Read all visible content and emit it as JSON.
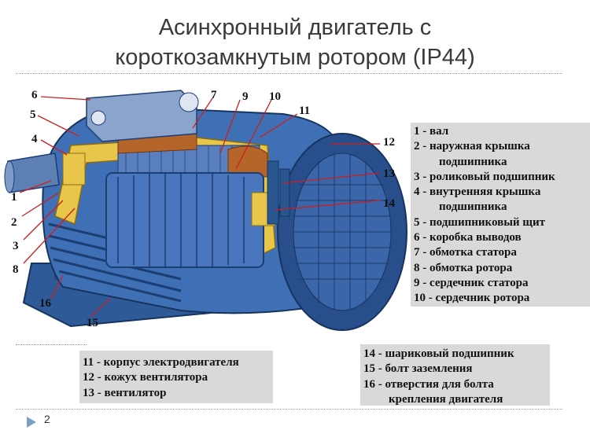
{
  "title": {
    "line1": "Асинхронный двигатель с",
    "line2": "короткозамкнутым ротором (IP44)"
  },
  "diagram": {
    "callouts": [
      "1",
      "2",
      "3",
      "4",
      "5",
      "6",
      "7",
      "8",
      "9",
      "10",
      "11",
      "12",
      "13",
      "14",
      "15",
      "16"
    ],
    "colors": {
      "motor_body": "#3f6fb5",
      "motor_dark": "#1d3e73",
      "housing_section": "#e8c64a",
      "winding": "#b5652a",
      "background_panel": "#d9d9d9",
      "leader_line": "#cc1f1f"
    }
  },
  "legend_main": [
    {
      "text": "1 - вал"
    },
    {
      "text": "2 - наружная  крышка"
    },
    {
      "text": "подшипника",
      "cont": true
    },
    {
      "text": "3 - роликовый  подшипник"
    },
    {
      "text": "4 - внутренняя  крышка"
    },
    {
      "text": "подшипника",
      "cont": true
    },
    {
      "text": "5 - подшипниковый  щит"
    },
    {
      "text": "6 - коробка   выводов"
    },
    {
      "text": "7 - обмотка   статора"
    },
    {
      "text": "8 - обмотка  ротора"
    },
    {
      "text": "9 - сердечник  статора"
    },
    {
      "text": "10 - сердечник   ротора"
    }
  ],
  "legend_bottom_left": [
    {
      "text": "11 - корпус  электродвигателя"
    },
    {
      "text": "12 - кожух  вентилятора"
    },
    {
      "text": "13 - вентилятор"
    }
  ],
  "legend_bottom_right": [
    {
      "text": "14 - шариковый  подшипник"
    },
    {
      "text": "15 - болт   заземления"
    },
    {
      "text": "16 - отверстия  для  болта"
    },
    {
      "text": "крепления  двигателя",
      "cont": true
    }
  ],
  "footer": {
    "page_number": "2",
    "arrow_icon": "triangle-right-icon",
    "arrow_color": "#7aa0c8"
  }
}
